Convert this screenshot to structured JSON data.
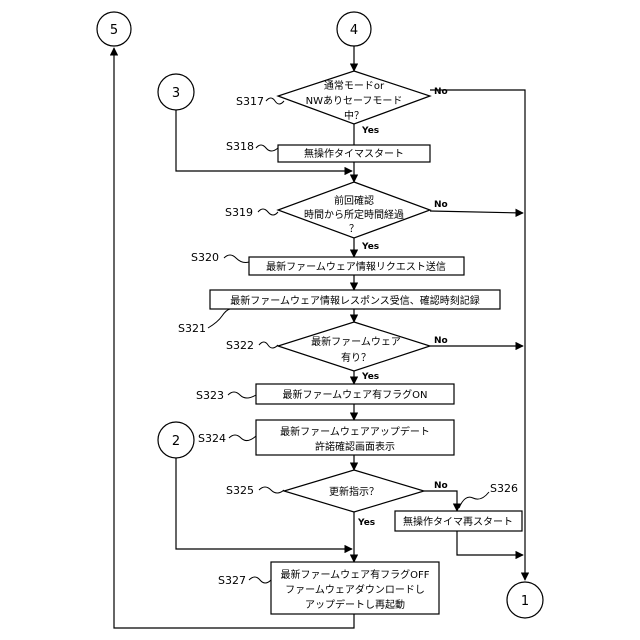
{
  "connectors": {
    "c1": "1",
    "c2": "2",
    "c3": "3",
    "c4": "4",
    "c5": "5"
  },
  "steps": {
    "s317": {
      "id": "S317",
      "lines": [
        "通常モードor",
        "NWありセーフモード",
        "中？"
      ]
    },
    "s318": {
      "id": "S318",
      "lines": [
        "無操作タイマスタート"
      ]
    },
    "s319": {
      "id": "S319",
      "lines": [
        "前回確認",
        "時間から所定時間経過",
        "？"
      ]
    },
    "s320": {
      "id": "S320",
      "lines": [
        "最新ファームウェア情報リクエスト送信"
      ]
    },
    "s321": {
      "id": "S321",
      "lines": [
        "最新ファームウェア情報レスポンス受信、確認時刻記録"
      ]
    },
    "s322": {
      "id": "S322",
      "lines": [
        "最新ファームウェア",
        "有り？"
      ]
    },
    "s323": {
      "id": "S323",
      "lines": [
        "最新ファームウェア有フラグON"
      ]
    },
    "s324": {
      "id": "S324",
      "lines": [
        "最新ファームウェアアップデート",
        "許諾確認画面表示"
      ]
    },
    "s325": {
      "id": "S325",
      "lines": [
        "更新指示？"
      ]
    },
    "s326": {
      "id": "S326",
      "lines": [
        "無操作タイマ再スタート"
      ]
    },
    "s327": {
      "id": "S327",
      "lines": [
        "最新ファームウェア有フラグOFF",
        "ファームウェアダウンロードし",
        "アップデートし再起動"
      ]
    }
  },
  "branch_labels": {
    "yes": "Yes",
    "no": "No"
  }
}
